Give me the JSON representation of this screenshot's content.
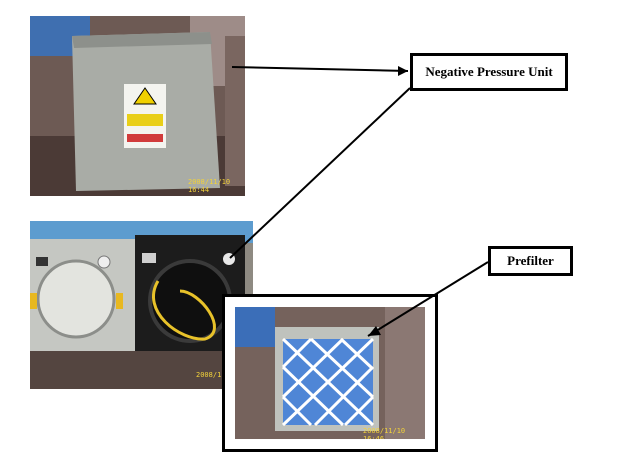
{
  "callouts": {
    "npu_label": "Negative Pressure Unit",
    "prefilter_label": "Prefilter"
  },
  "photos": {
    "top_timestamp": "2008/11/10 16:44",
    "middle_timestamp": "2008/11/1",
    "prefilter_timestamp": "2008/11/10 16:46"
  },
  "colors": {
    "unit_grey": "#a7aaa5",
    "filter_blue": "#4f86d6",
    "cable_yellow": "#e8c22a",
    "ground": "#5e4b44"
  }
}
